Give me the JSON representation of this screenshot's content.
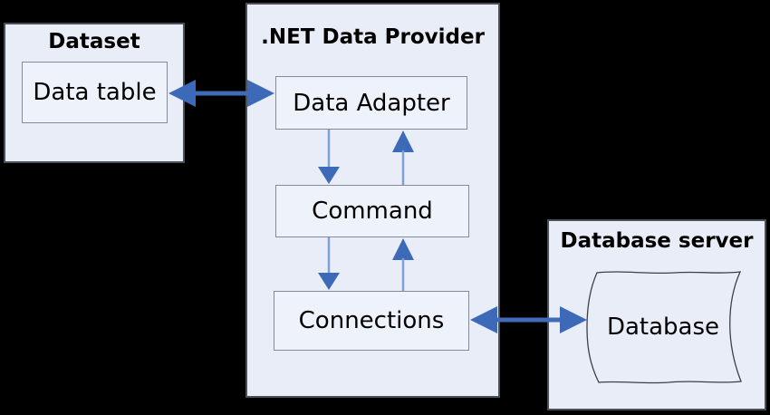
{
  "diagram": {
    "type": "architecture-diagram",
    "subject": ".NET data access architecture"
  },
  "colors": {
    "background": "#000000",
    "panel_fill": "#e8edf8",
    "panel_border": "#4b4f57",
    "node_fill": "#eef2fb",
    "node_border": "#858b96",
    "arrow_head": "#3c6ab8",
    "arrow_stem_thick": "#3e6cb8",
    "arrow_stem_thin": "#7da0d9",
    "text": "#000000"
  },
  "panels": {
    "dataset": {
      "title": "Dataset",
      "nodes": {
        "data_table": "Data table"
      }
    },
    "provider": {
      "title": ".NET Data Provider",
      "nodes": {
        "data_adapter": "Data Adapter",
        "command": "Command",
        "connections": "Connections"
      }
    },
    "database_server": {
      "title": "Database server",
      "nodes": {
        "database": "Database"
      }
    }
  },
  "edges": [
    {
      "from": "Data table",
      "to": "Data Adapter",
      "type": "bidirectional"
    },
    {
      "from": "Data Adapter",
      "to": "Command",
      "type": "directed-down"
    },
    {
      "from": "Command",
      "to": "Data Adapter",
      "type": "directed-up"
    },
    {
      "from": "Command",
      "to": "Connections",
      "type": "directed-down"
    },
    {
      "from": "Connections",
      "to": "Command",
      "type": "directed-up"
    },
    {
      "from": "Connections",
      "to": "Database",
      "type": "bidirectional"
    }
  ]
}
